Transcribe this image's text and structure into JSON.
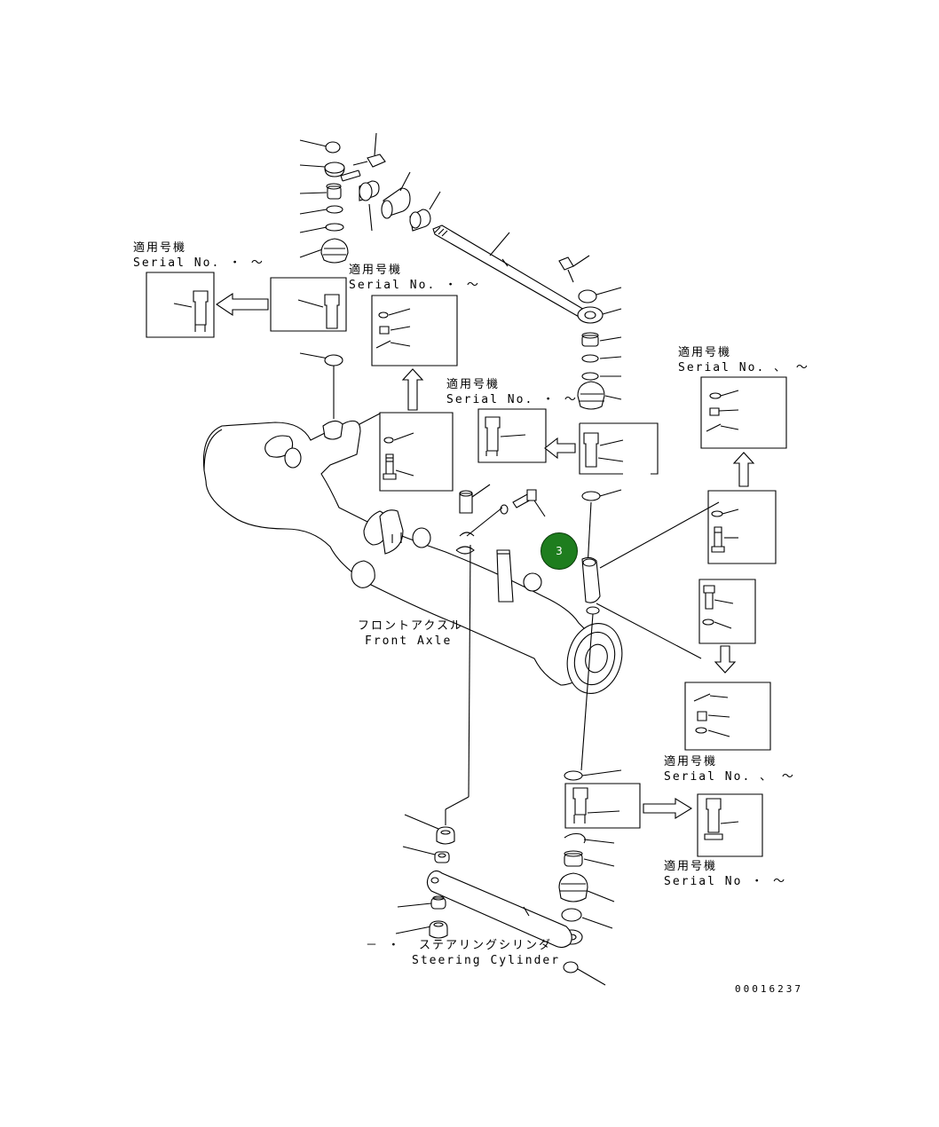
{
  "marker": {
    "number": "3",
    "color": "#1e7d1e"
  },
  "serial_blocks": [
    {
      "jp": "適用号機",
      "en": "Serial No.  ・ ～"
    },
    {
      "jp": "適用号機",
      "en": "Serial No.  ・ ～"
    },
    {
      "jp": "適用号機",
      "en": "Serial No.  ・ ～"
    },
    {
      "jp": "適用号機",
      "en": "Serial No.  、 ～"
    },
    {
      "jp": "適用号機",
      "en": "Serial No.  、 ～"
    },
    {
      "jp": "適用号機",
      "en": "Serial No   ・ ～"
    }
  ],
  "components": {
    "front_axle_jp": "フロントアクスル",
    "front_axle_en": "Front Axle",
    "steering_cylinder_jp": "ステアリングシリンダ",
    "steering_cylinder_en": "Steering Cylinder",
    "dash_mark": "－ ・"
  },
  "document_id": "00016237"
}
